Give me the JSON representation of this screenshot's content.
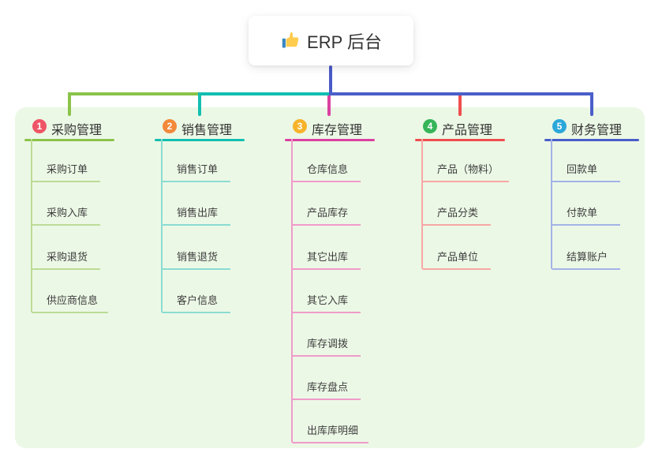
{
  "root": {
    "icon": "thumbs-up-icon",
    "title": "ERP 后台"
  },
  "colors": {
    "root_line": "#4a5bc8",
    "panel_bg": "#ecf8e6",
    "title_text": "#333333",
    "child_text": "#3d3d3d"
  },
  "branches": [
    {
      "num": "1",
      "title": "采购管理",
      "badge_color": "#ee5566",
      "line_color": "#8bc34a",
      "child_line_color": "#bcdc96",
      "children": [
        "采购订单",
        "采购入库",
        "采购退货",
        "供应商信息"
      ]
    },
    {
      "num": "2",
      "title": "销售管理",
      "badge_color": "#f2893b",
      "line_color": "#12bfb0",
      "child_line_color": "#8adcd2",
      "children": [
        "销售订单",
        "销售出库",
        "销售退货",
        "客户信息"
      ]
    },
    {
      "num": "3",
      "title": "库存管理",
      "badge_color": "#f7b32a",
      "line_color": "#db41a1",
      "child_line_color": "#f09bca",
      "children": [
        "仓库信息",
        "产品库存",
        "其它出库",
        "其它入库",
        "库存调拨",
        "库存盘点",
        "出库库明细"
      ]
    },
    {
      "num": "4",
      "title": "产品管理",
      "badge_color": "#35b558",
      "line_color": "#ef4e4e",
      "child_line_color": "#f7a8a5",
      "children": [
        "产品（物料）",
        "产品分类",
        "产品单位"
      ]
    },
    {
      "num": "5",
      "title": "财务管理",
      "badge_color": "#2ba7da",
      "line_color": "#4a5fc9",
      "child_line_color": "#a3b3e6",
      "children": [
        "回款单",
        "付款单",
        "结算账户"
      ]
    }
  ]
}
